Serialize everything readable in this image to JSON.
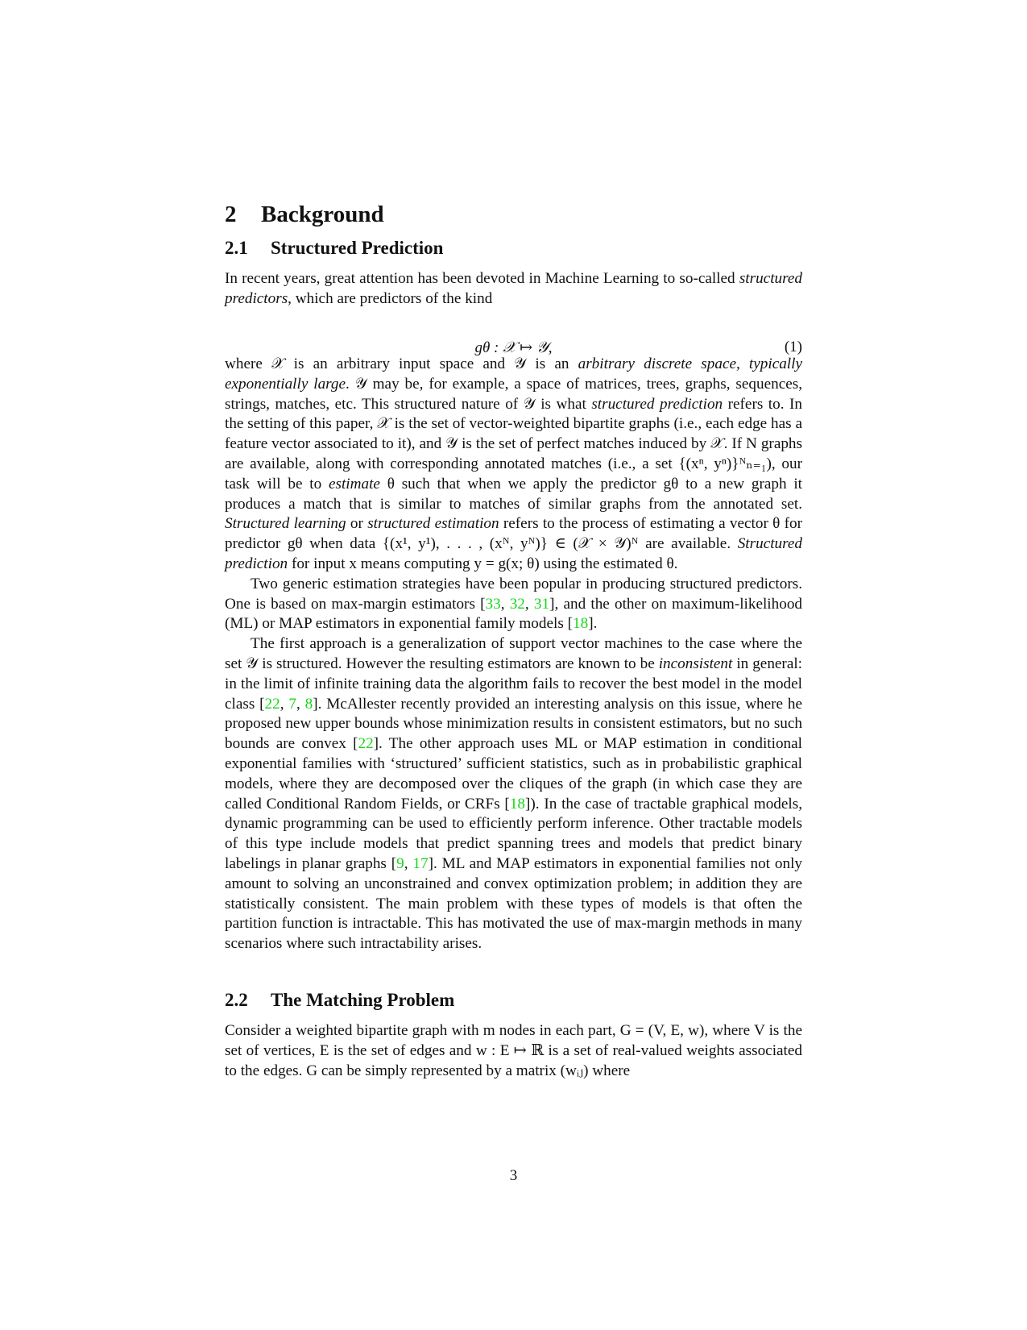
{
  "section": {
    "number": "2",
    "title": "Background"
  },
  "subsections": [
    {
      "number": "2.1",
      "title": "Structured Prediction"
    },
    {
      "number": "2.2",
      "title": "The Matching Problem"
    }
  ],
  "intro": {
    "p1_a": "In recent years, great attention has been devoted in Machine Learning to so-called ",
    "p1_em": "structured predictors",
    "p1_b": ", which are predictors of the kind"
  },
  "equation": {
    "text": "gθ : 𝒳 ↦ 𝒴,",
    "number": "(1)"
  },
  "para2": {
    "a": "where 𝒳 is an arbitrary input space and 𝒴 is an ",
    "em1": "arbitrary discrete space, typically exponentially large",
    "b": ". 𝒴 may be, for example, a space of matrices, trees, graphs, sequences, strings, matches, etc. This structured nature of 𝒴 is what ",
    "em2": "structured prediction",
    "c": " refers to. In the setting of this paper, 𝒳 is the set of vector-weighted bipartite graphs (i.e., each edge has a feature vector associated to it), and 𝒴 is the set of perfect matches induced by 𝒳. If N graphs are available, along with corresponding annotated matches (i.e., a set {(xⁿ, yⁿ)}ᴺₙ₌₁), our task will be to ",
    "em3": "estimate",
    "d": " θ such that when we apply the predictor gθ to a new graph it produces a match that is similar to matches of similar graphs from the annotated set. ",
    "em4": "Structured learning",
    "e": " or ",
    "em5": "structured estimation",
    "f": " refers to the process of estimating a vector θ for predictor gθ when data {(x¹, y¹), . . . , (xᴺ, yᴺ)} ∈ (𝒳 × 𝒴)ᴺ are available. ",
    "em6": "Structured prediction",
    "g": " for input x means computing y = g(x; θ) using the estimated θ."
  },
  "para3": {
    "a": "Two generic estimation strategies have been popular in producing structured predictors. One is based on max-margin estimators [",
    "c1": "33",
    "c2": "32",
    "c3": "31",
    "b": "], and the other on maximum-likelihood (ML) or MAP estimators in exponential family models [",
    "c4": "18",
    "c": "]."
  },
  "para4": {
    "a": "The first approach is a generalization of support vector machines to the case where the set 𝒴 is structured. However the resulting estimators are known to be ",
    "em1": "inconsistent",
    "b": " in general: in the limit of infinite training data the algorithm fails to recover the best model in the model class [",
    "c1": "22",
    "c2": "7",
    "c3": "8",
    "c": "]. McAllester recently provided an interesting analysis on this issue, where he proposed new upper bounds whose minimization results in consistent estimators, but no such bounds are convex [",
    "c4": "22",
    "d": "]. The other approach uses ML or MAP estimation in conditional exponential families with ‘structured’ sufficient statistics, such as in probabilistic graphical models, where they are decomposed over the cliques of the graph (in which case they are called Conditional Random Fields, or CRFs [",
    "c5": "18",
    "e": "]). In the case of tractable graphical models, dynamic programming can be used to efficiently perform inference. Other tractable models of this type include models that predict spanning trees and models that predict binary labelings in planar graphs [",
    "c6": "9",
    "c7": "17",
    "f": "]. ML and MAP estimators in exponential families not only amount to solving an unconstrained and convex optimization problem; in addition they are statistically consistent. The main problem with these types of models is that often the partition function is intractable. This has motivated the use of max-margin methods in many scenarios where such intractability arises."
  },
  "para5": {
    "text": "Consider a weighted bipartite graph with m nodes in each part, G = (V, E, w), where V is the set of vertices, E is the set of edges and w : E ↦ ℝ is a set of real-valued weights associated to the edges. G can be simply represented by a matrix (wᵢⱼ) where"
  },
  "page_number": "3",
  "colors": {
    "citation": "#19d619",
    "text": "#111111"
  }
}
